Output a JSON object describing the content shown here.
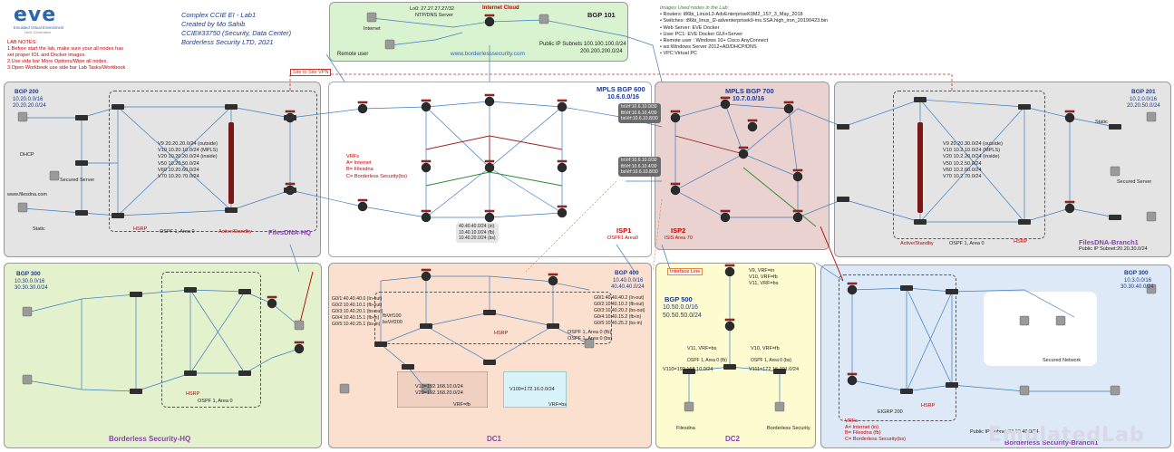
{
  "logo": {
    "name": "eve",
    "tagline": "Emulated Virtual Environment",
    "subtitle": "Next Generation"
  },
  "header": {
    "title": "Complex CCIE EI - Lab1",
    "created_by": "Created by Mo Sahib",
    "ccie": "CCIE#33750 (Security, Data Center)",
    "company": "Borderless Security LTD, 2021"
  },
  "lab_notes": {
    "heading": "LAB NOTES:",
    "lines": [
      "1.Before start the lab, make sure your all nodes has",
      "set proper IOL and Docker images.",
      "2.Use side bar More Options/Wipe all nodes.",
      "3.Open Workbook use side bar  Lab Tasks/Workbook"
    ]
  },
  "images_used": {
    "heading": "Images Used nodes in the Lab:",
    "items": [
      "Routers: i86bi_LinuxL3-AdvEnterpriseK9M2_157_3_May_2018",
      "Switches: i86bi_linux_l2-adventerprisek9-ms.SSA.high_iron_20190423.bin",
      "Web Server: EVE Docker",
      "User PC1: EVE Docker GUI+Server",
      "Remote user : Windows 10+ Cisco AnyConnect",
      "ws:Windows Server 2012+AD/DHCP/DNS",
      "VPC:Virtual PC"
    ]
  },
  "internet": {
    "title": "Internet Cloud",
    "bgp": "BGP 101",
    "loopback": "Lo0: 27.27.27.27/32",
    "ntp_dns": "NTP/DNS Server",
    "url": "www.borderlesssecurity.com",
    "public_subnets": "Public IP Subnets 100.100.100.0/24",
    "public_subnets2": "200.200.200.0/24",
    "internet_label": "Internet",
    "remote_user": "Remote user"
  },
  "zones": {
    "files_dna_hq": {
      "bgp": "BGP 200",
      "net1": "10.20.0.0/16",
      "net2": "20.20.20.0/24",
      "name": "FilesDNA-HQ",
      "ospf": "OSPF 1, Area 0",
      "hsrp": "HSRP",
      "active": "Active/Standby",
      "host1": "DHCP",
      "host2": "Secured Server",
      "host3": "www.filesdna.com",
      "host4": "Static"
    },
    "mpls600": {
      "title": "MPLS BGP 600",
      "net": "10.6.0.0/16",
      "isp": "ISP1",
      "ospf": "OSPF1 Area0"
    },
    "mpls700": {
      "title": "MPLS BGP 700",
      "net": "10.7.0.0/16",
      "isp": "ISP2",
      "isis": "ISIS  Area 70"
    },
    "branch1": {
      "bgp": "BGP 201",
      "net1": "10.2.0.0/16",
      "net2": "20.20.50.0/24",
      "name": "FilesDNA-Branch1",
      "public": "Public IP Subnet:20.20.30.0/24",
      "ospf": "OSPF 1, Area 0",
      "hsrp": "HSRP",
      "active": "Active/Standby",
      "secured": "Secured Server",
      "static": "Static"
    },
    "bs_hq": {
      "bgp": "BGP 300",
      "net1": "10.30.0.0/16",
      "net2": "30.30.30.0/24",
      "name": "Borderless Security-HQ",
      "ospf": "OSPF 1, Area 0",
      "hsrp": "HSRP"
    },
    "dc1": {
      "bgp": "BGP 400",
      "net1": "10.40.0.0/16",
      "net2": "40.40.40.0/24",
      "name": "DC1",
      "hsrp": "HSRP",
      "vrf1": "fbVrf100",
      "vrf2": "bsVrf200"
    },
    "dc2": {
      "bgp": "BGP 500",
      "net1": "10.50.0.0/16",
      "net2": "50.50.50.0/24",
      "name": "DC2",
      "filesdna": "Filesdna",
      "bs": "Borderless Security",
      "interface_line": "Interface Line"
    },
    "bs_branch1": {
      "bgp": "BGP 300",
      "net1": "10.3.0.0/16",
      "net2": "30.30.40.0/24",
      "name": "Borderless Security-Branch1",
      "eigrp": "EIGRP 200",
      "hsrp": "HSRP",
      "secured_net": "Secured Network",
      "public": "Public IP Subnet:30.30.40.0/24"
    }
  },
  "fabric_hq": {
    "lines": [
      "V9 20.20.20.0/24 (outside)",
      "V10 10.20.10.0/24 (MPLS)",
      "V20 10.20.20.0/24 (inside)",
      "V50 10.20.50.0/24",
      "V60 10.20.60.0/24",
      "V70 10.20.70.0/24"
    ]
  },
  "fabric_branch1": {
    "lines": [
      "V9 20.20.30.0/24 (outside)",
      "V10 10.2.10.0/24 (MPLS)",
      "V20 10.2.20.0/24 (inside)",
      "V50 10.2.50.0/24",
      "V60 10.2.60.0/24",
      "V70 10.2.70.0/24"
    ]
  },
  "vrfs": {
    "heading": "VRFs",
    "items": [
      "A= Internet",
      "B= Filesdna",
      "C= Borderless Security(bs)"
    ]
  },
  "vrfs_branch": {
    "heading": "VRFs",
    "items": [
      "A= Internet (in)",
      "B= Filesdna (fb)",
      "C= Borderless Security(bs)"
    ]
  },
  "mpls600_vrf": {
    "box1": [
      "InVrf:10.6.10.0/30",
      "fbVrf:10.6.10.4/30",
      "bsVrf:10.6.10.8/30"
    ],
    "box2": [
      "InVrf:10.6.10.0/30",
      "fbVrf:10.6.10.4/30",
      "bsVrf:10.6.10.8/30"
    ],
    "summary": [
      "40.40.40.0/24 (in)",
      "10.40.10.0/24 (fb)",
      "10.40.20.0/24 (bs)"
    ]
  },
  "dc1_routes": {
    "left": [
      "G0/1:40.40.40.0 (In-out)",
      "G0/2:10.40.10.1 (fb-out)",
      "G0/3:10.40.20.1 (bs-out)",
      "G0/4:10.40.15.1 (fb-in)",
      "G0/5:10.40.25.1 (bs-in)"
    ],
    "right": [
      "G0/1:40.40.40.2 (In-out)",
      "G0/2:10.40.10.2 (fb-out)",
      "G0/3:10.40.20.2 (bs-out)",
      "G0/4:10.40.15.2 (fb-in)",
      "G0/5:10.40.25.2 (bs-in)"
    ],
    "vlans": [
      "V10=192.168.10.0/24",
      "V20=192.168.20.0/24"
    ],
    "v100": "V100=172.16.0.0/24",
    "vrfbs": "VRF=bs",
    "vrffb": "VRF=fb",
    "ospf1": "OSPF 1, Area 0 (fb)",
    "ospf2": "OSPF 1, Area 0 (bs)"
  },
  "dc2_info": {
    "lines": [
      "V9, VRF=in",
      "V10, VRF=fb",
      "V11, VRF=bs"
    ],
    "v11": "V11, VRF=bs",
    "v10": "V10, VRF=fb",
    "v110": "V110=192.168.10.0/24",
    "v111": "V111=172.16.101.0/24",
    "ospf_fb": "OSPF 1, Area 0 (fb)",
    "ospf_bs": "OSPF 1, Area 0 (bs)"
  },
  "site_vpn": "Site to Site VPN",
  "watermark": "EmulatedLab"
}
